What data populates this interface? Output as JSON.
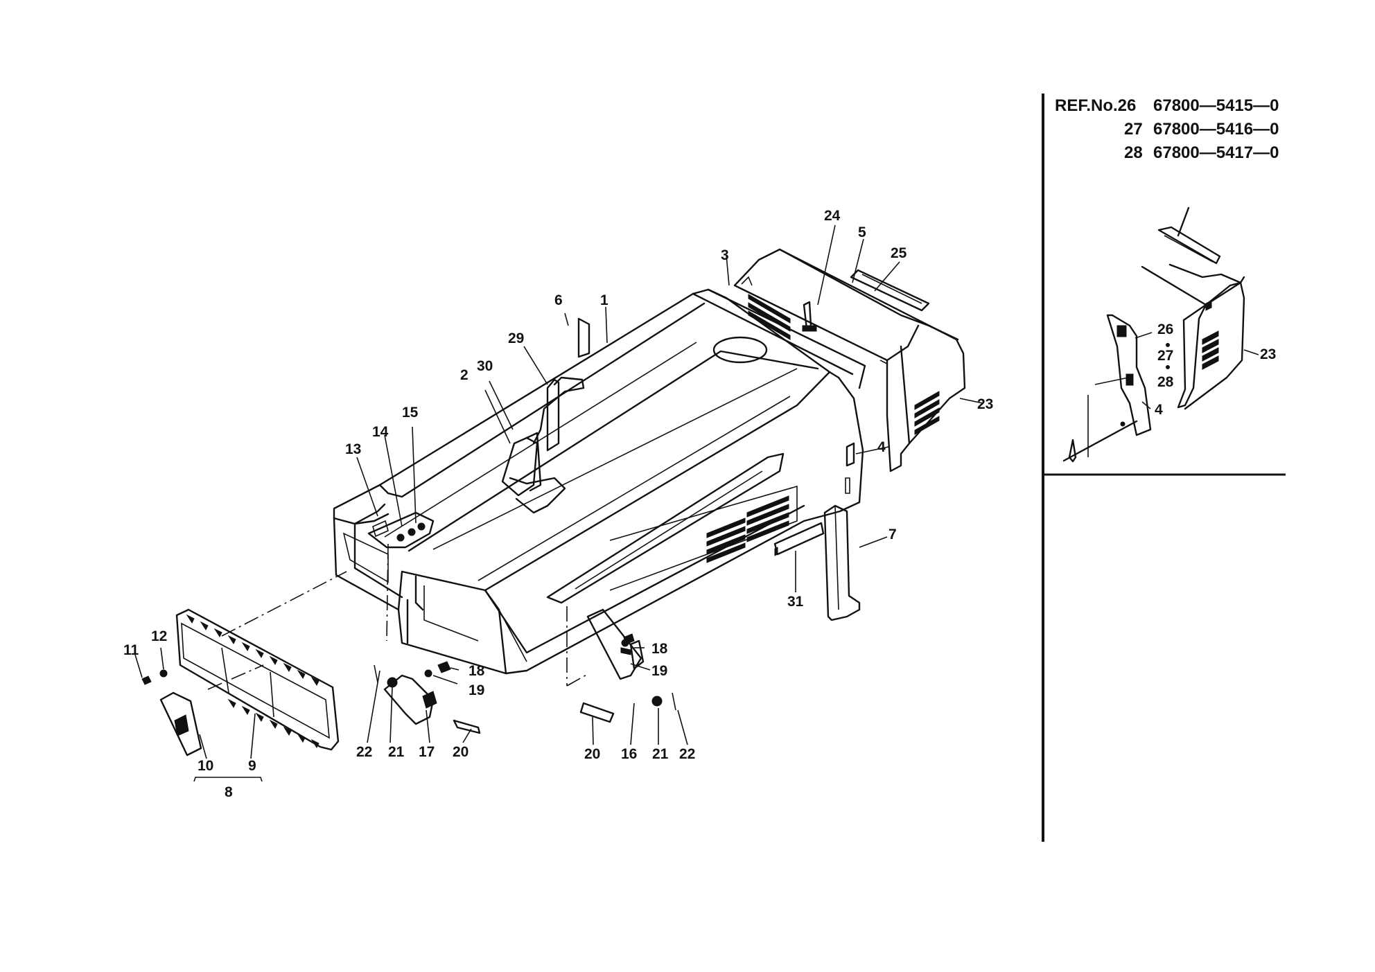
{
  "reference": {
    "lines": [
      {
        "prefix": "REF.No.26",
        "part": "67800—5415—0"
      },
      {
        "prefix": "27",
        "part": "67800—5416—0"
      },
      {
        "prefix": "28",
        "part": "67800—5417—0"
      }
    ]
  },
  "callouts": {
    "c1": "1",
    "c2": "2",
    "c3": "3",
    "c4": "4",
    "c5": "5",
    "c6": "6",
    "c7": "7",
    "c8": "8",
    "c9": "9",
    "c10": "10",
    "c11": "11",
    "c12": "12",
    "c13": "13",
    "c14": "14",
    "c15": "15",
    "c16": "16",
    "c17": "17",
    "c18": "18",
    "c19": "19",
    "c20": "20",
    "c21": "21",
    "c22": "22",
    "c23": "23",
    "c24": "24",
    "c25": "25",
    "c29": "29",
    "c30": "30",
    "c31": "31"
  },
  "detail_callouts": {
    "d26": "26",
    "d27": "27",
    "d28": "28",
    "d4": "4",
    "d23": "23"
  }
}
